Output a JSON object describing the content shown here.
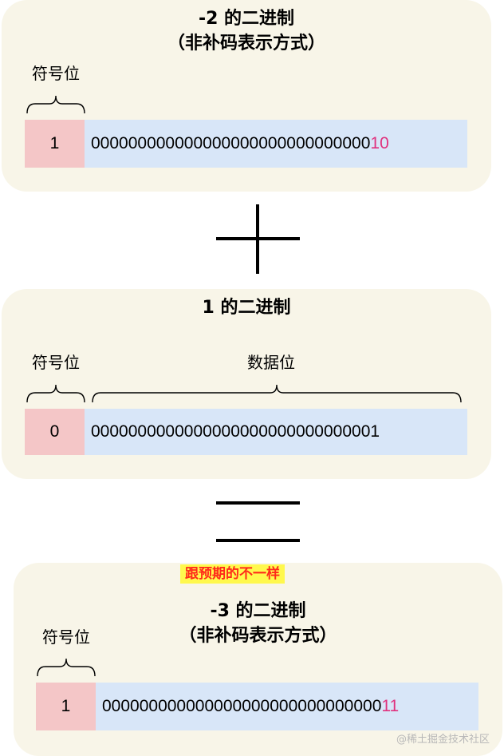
{
  "panel_top": {
    "title": "-2 的二进制\n（非补码表示方式）",
    "sign_label": "符号位",
    "sign_bit": "1",
    "data_prefix": "000000000000000000000000000000",
    "data_suffix": "10",
    "data_suffix_color": "#e0327e"
  },
  "operator_plus": "plus-sign",
  "panel_middle": {
    "title": "1 的二进制",
    "sign_label": "符号位",
    "data_label": "数据位",
    "sign_bit": "0",
    "data_bits": "0000000000000000000000000000001"
  },
  "operator_equals": "equals-sign",
  "note": "跟预期的不一样",
  "note_colors": {
    "background": "#fff84d",
    "text": "#ff2a1a"
  },
  "panel_bottom": {
    "title": "-3 的二进制\n（非补码表示方式）",
    "sign_label": "符号位",
    "sign_bit": "1",
    "data_prefix": "000000000000000000000000000000",
    "data_suffix": "11",
    "data_suffix_color": "#e0327e"
  },
  "watermark": "@稀土掘金技术社区",
  "colors": {
    "panel_bg": "#f8f5e8",
    "sign_cell": "#f4c6c7",
    "data_cell": "#d8e6f8"
  }
}
